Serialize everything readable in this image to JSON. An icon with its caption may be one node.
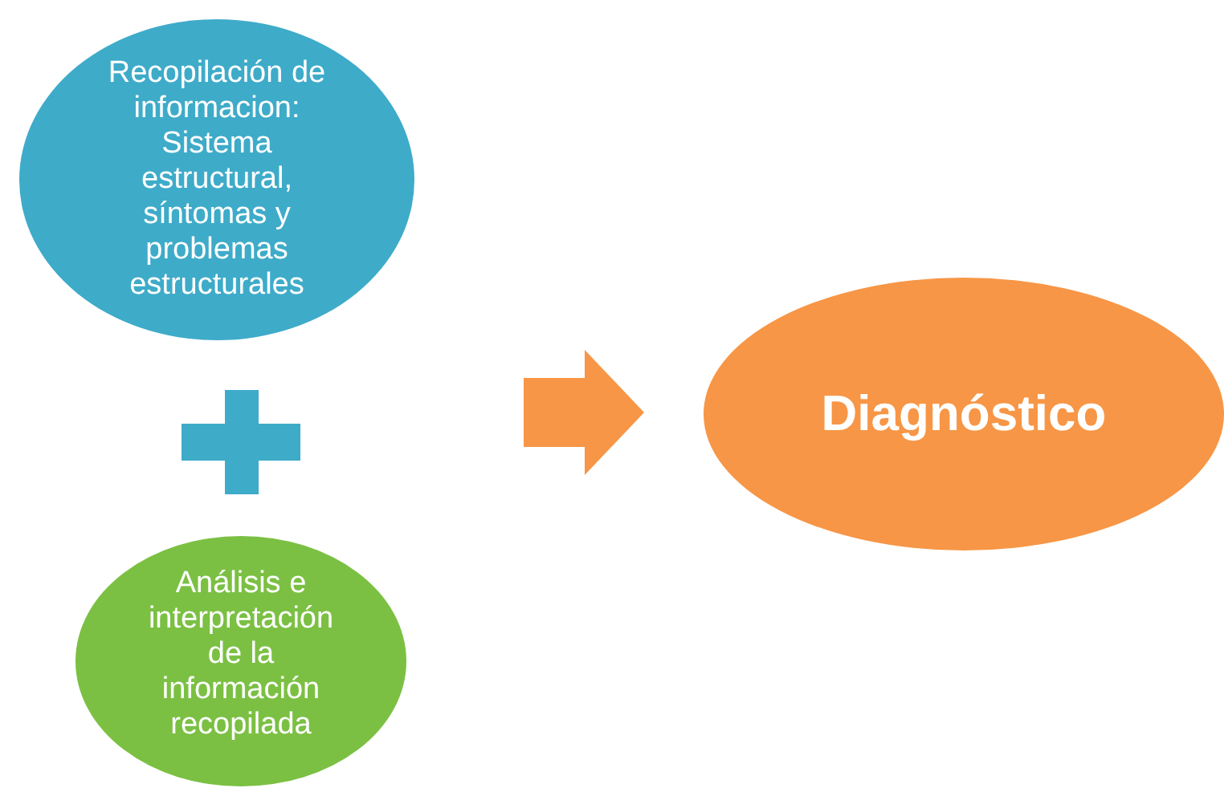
{
  "diagram": {
    "nodes": [
      {
        "text": [
          "Recopilación de informacion: Sistema estructural, síntomas y problemas estructurales"
        ]
      },
      {
        "text": [
          "Análisis e interpretación de la información recopilada"
        ]
      },
      {
        "text": [
          "Diagnóstico"
        ]
      }
    ],
    "edges": [
      {
        "from": null,
        "to": 2,
        "arrow": "to"
      }
    ]
  }
}
